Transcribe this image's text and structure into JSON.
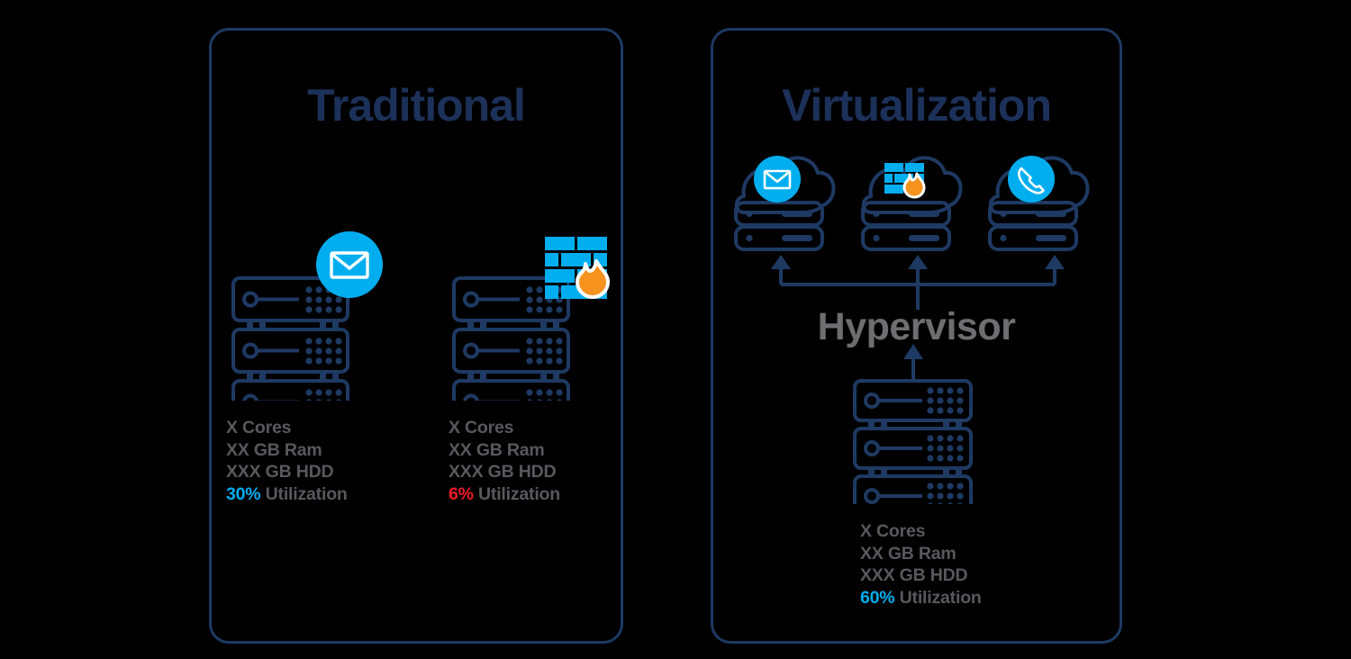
{
  "diagram": {
    "type": "comparison-diagram",
    "background": "#000000",
    "colors": {
      "navy": "#1e3a63",
      "navy_dark": "#1c3159",
      "accent_blue": "#00aeef",
      "orange": "#f6921e",
      "gray_text": "#58595b",
      "gray_label": "#6d6e71",
      "red": "#ee1c25",
      "white": "#ffffff"
    }
  },
  "panels": {
    "traditional": {
      "title": "Traditional",
      "servers": [
        {
          "badge_icon": "envelope-icon",
          "badge_style": "blue-circle",
          "specs": {
            "cores": "X Cores",
            "ram": "XX GB Ram",
            "hdd": "XXX GB HDD",
            "utilization_value": "30%",
            "utilization_label": "Utilization",
            "utilization_color": "#00aeef"
          }
        },
        {
          "badge_icon": "firewall-flame-icon",
          "badge_style": "brick-wall",
          "specs": {
            "cores": "X Cores",
            "ram": "XX GB Ram",
            "hdd": "XXX GB HDD",
            "utilization_value": "6%",
            "utilization_label": "Utilization",
            "utilization_color": "#ee1c25"
          }
        }
      ]
    },
    "virtualization": {
      "title": "Virtualization",
      "virtual_machines": [
        {
          "icon": "envelope-icon",
          "icon_style": "blue-circle"
        },
        {
          "icon": "firewall-flame-icon",
          "icon_style": "brick-wall"
        },
        {
          "icon": "phone-icon",
          "icon_style": "blue-circle"
        }
      ],
      "hypervisor_label": "Hypervisor",
      "host_server": {
        "specs": {
          "cores": "X Cores",
          "ram": "XX GB Ram",
          "hdd": "XXX GB HDD",
          "utilization_value": "60%",
          "utilization_label": "Utilization",
          "utilization_color": "#00aeef"
        }
      }
    }
  }
}
